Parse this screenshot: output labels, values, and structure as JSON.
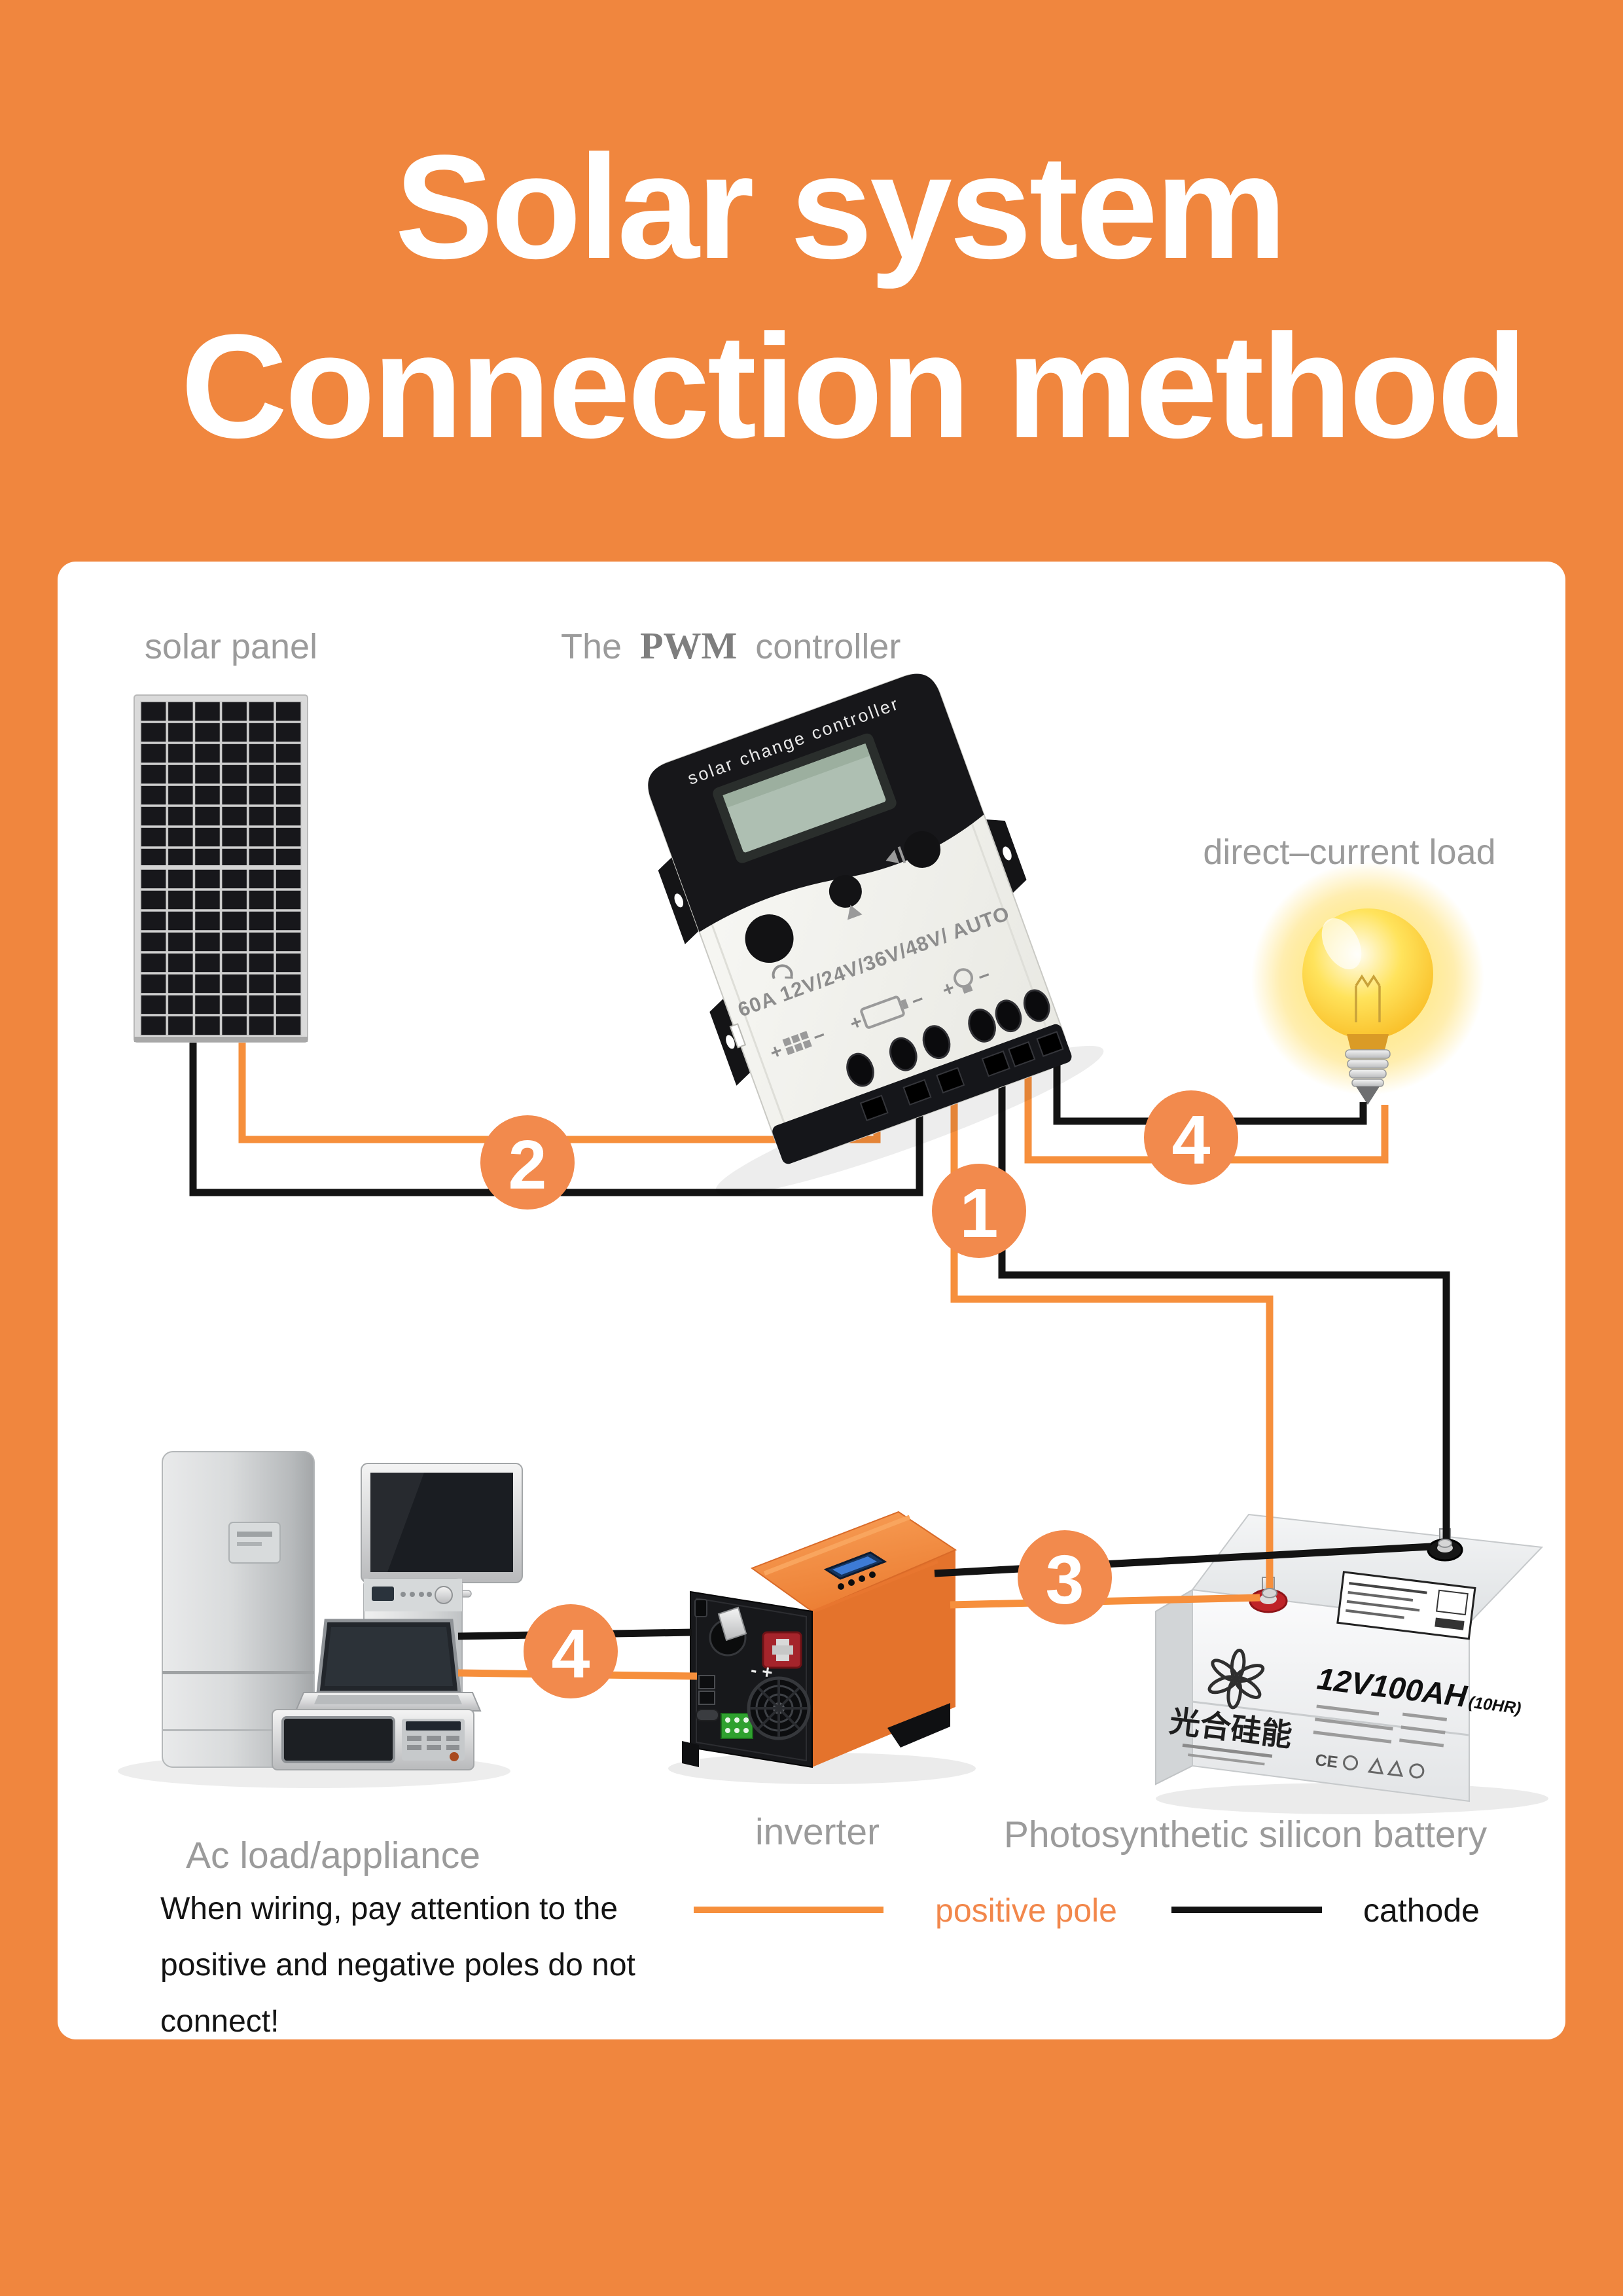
{
  "title": {
    "line1": "Solar system",
    "line2": "Connection method"
  },
  "labels": {
    "solar_panel": "solar panel",
    "the": "The",
    "pwm": "PWM",
    "controller": "controller",
    "dc_load": "direct–current load",
    "ac_load": "Ac load/appliance",
    "inverter": "inverter",
    "battery": "Photosynthetic silicon battery"
  },
  "controller": {
    "brand": "solar change controller",
    "spec": "60A 12V/24V/36V/48V/ AUTO"
  },
  "inverter_panel": {
    "polarity": "- +"
  },
  "battery": {
    "capacity": "12V100AH",
    "rate": "(10HR)",
    "brand": "光合硅能",
    "ce": "CE"
  },
  "markers": {
    "c1": "1",
    "c2": "2",
    "c3": "3",
    "c4_top": "4",
    "c4_bottom": "4"
  },
  "legend": {
    "positive": "positive pole",
    "cathode": "cathode"
  },
  "warning": {
    "line1": "When wiring, pay attention to the",
    "line2": "positive and negative poles do not",
    "line3": "connect!"
  },
  "colors": {
    "background": "#F0863E",
    "accent_circle": "#F28A4D",
    "wire_positive": "#F68F3C",
    "wire_cathode": "#131313",
    "label_gray": "#9B9B9B"
  }
}
